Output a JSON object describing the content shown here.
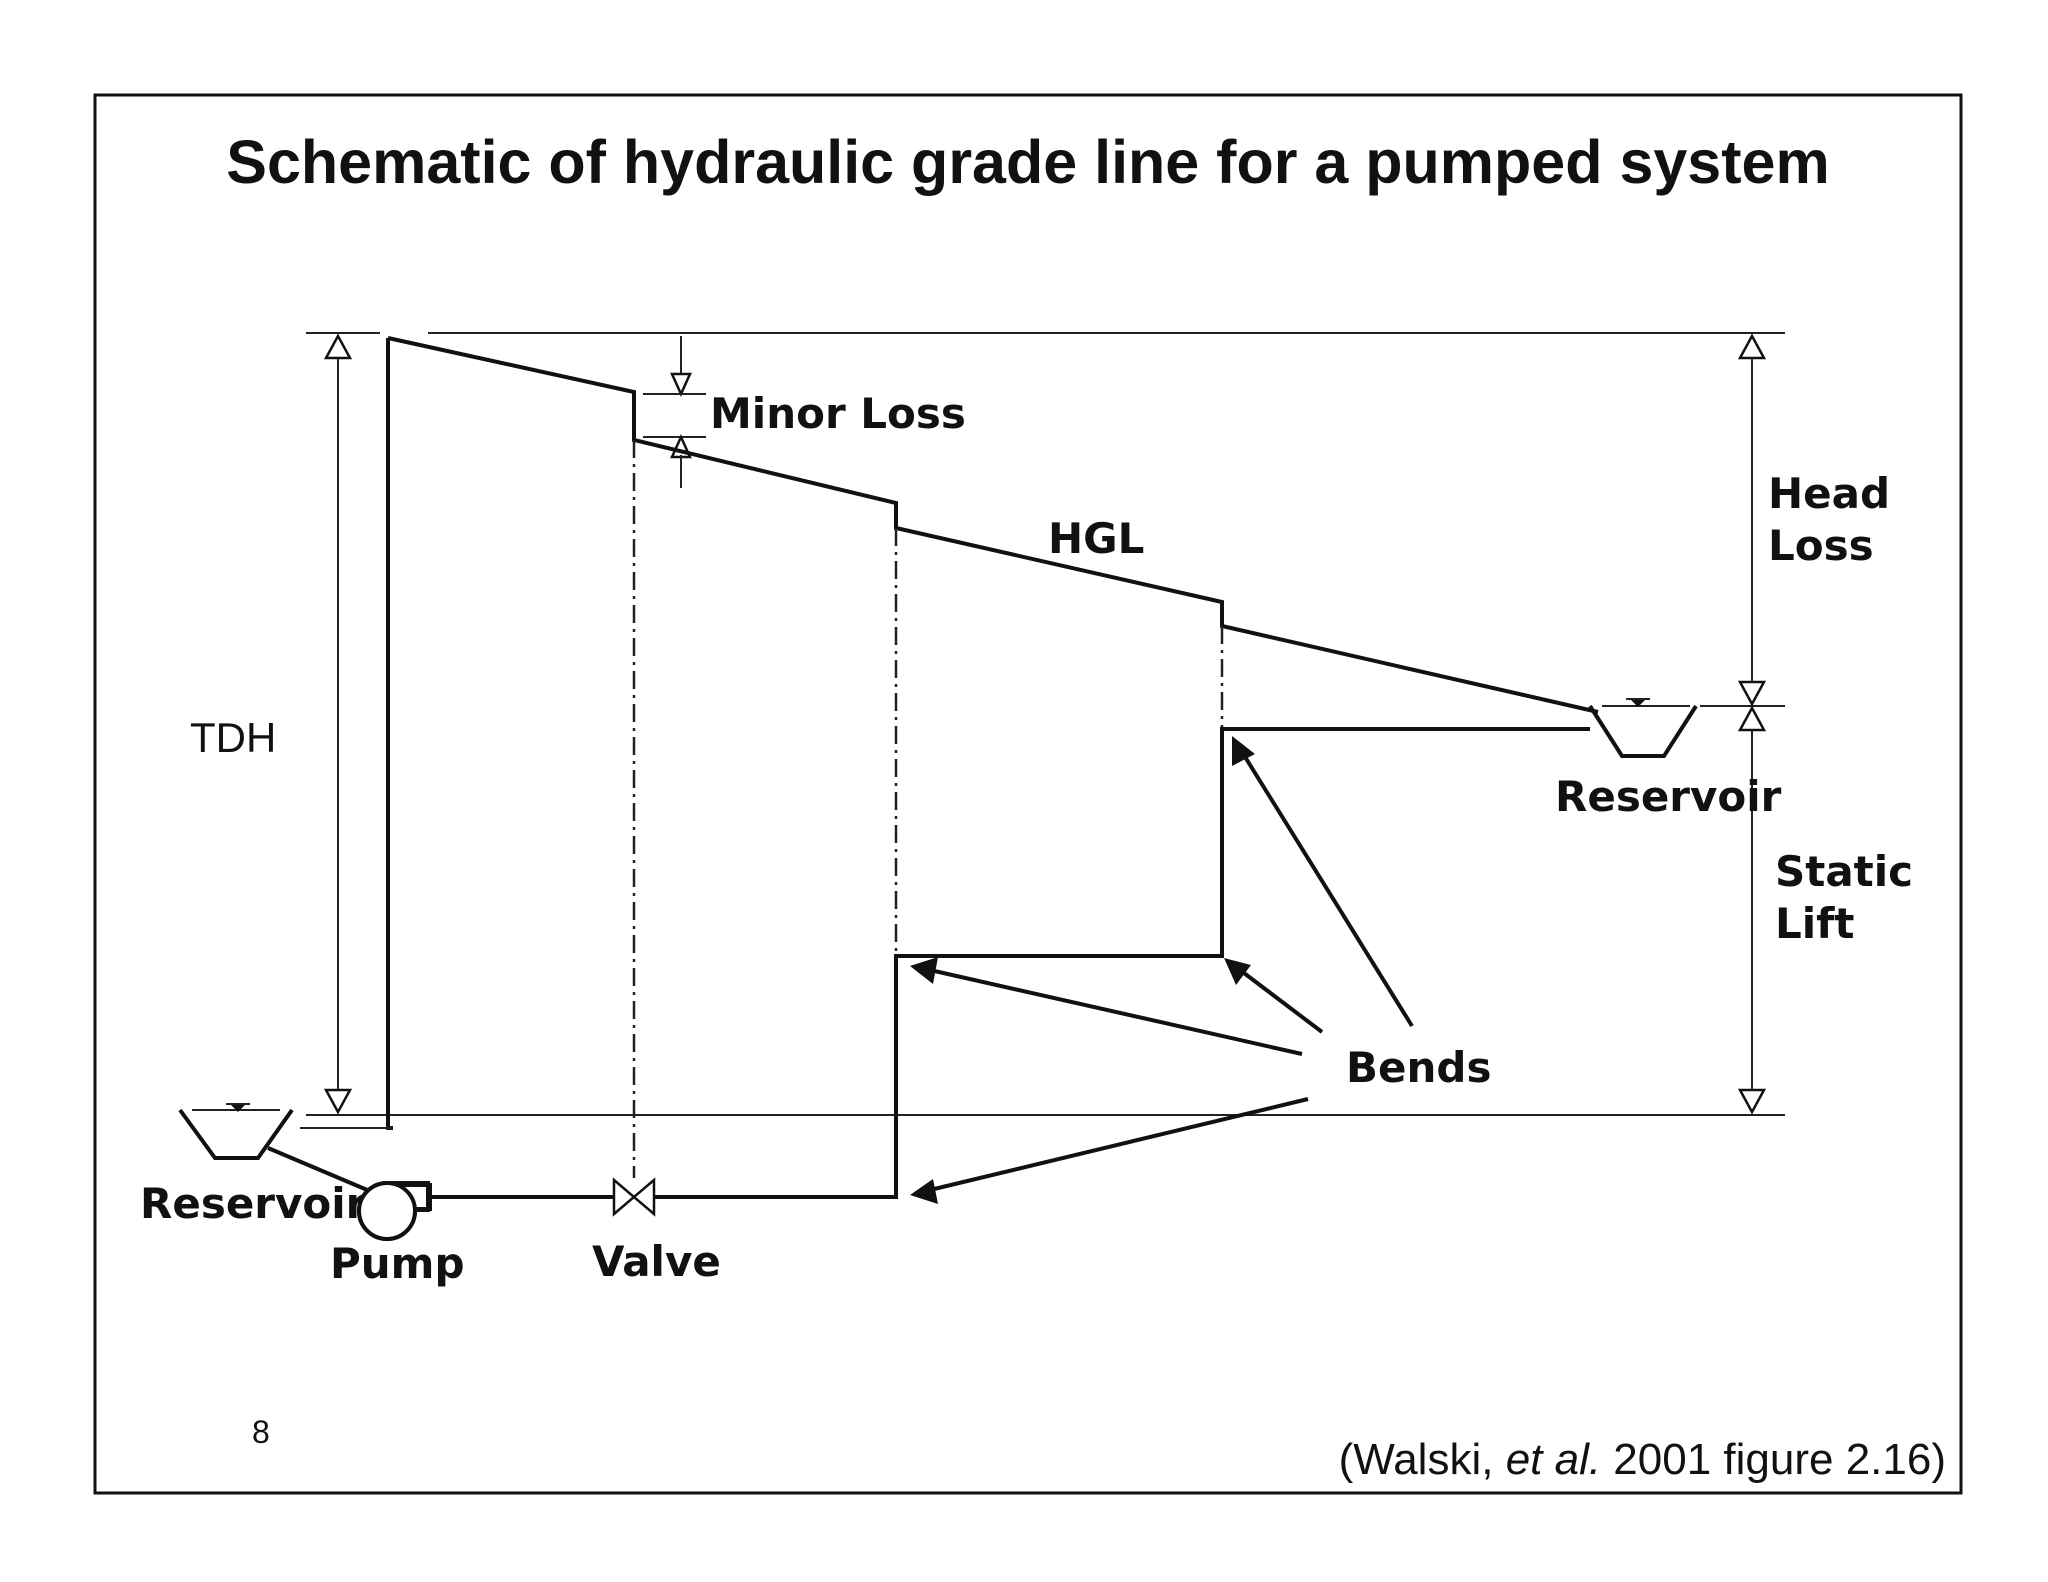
{
  "title": "Schematic of hydraulic grade line for a pumped system",
  "labels": {
    "minor_loss": "Minor Loss",
    "hgl": "HGL",
    "head_loss_1": "Head",
    "head_loss_2": "Loss",
    "tdh": "TDH",
    "reservoir_upper": "Reservoir",
    "static_lift_1": "Static",
    "static_lift_2": "Lift",
    "bends": "Bends",
    "reservoir_lower": "Reservoir",
    "pump": "Pump",
    "valve": "Valve"
  },
  "page_number": "8",
  "citation": {
    "prefix": "(Walski, ",
    "italic": "et al.",
    "suffix": " 2001  figure 2.16)"
  }
}
